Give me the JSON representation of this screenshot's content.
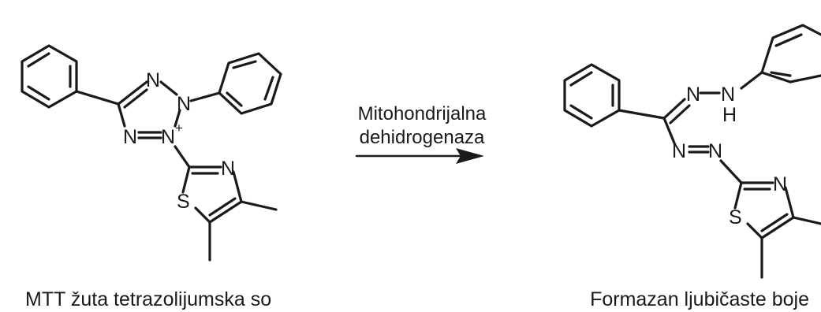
{
  "reaction": {
    "reactant": {
      "caption": "MTT žuta tetrazolijumska so",
      "atoms": {
        "n_top": "N",
        "n_right": "N",
        "n_left": "N",
        "n_plus": "N",
        "charge": "+",
        "n_thiazole": "N",
        "s_thiazole": "S"
      }
    },
    "arrow": {
      "line1": "Mitohondrijalna",
      "line2": "dehidrogenaza"
    },
    "product": {
      "caption": "Formazan ljubičaste boje",
      "atoms": {
        "n_upper": "N",
        "n_h": "N",
        "h": "H",
        "n_lower_left": "N",
        "n_lower_right": "N",
        "n_thiazole": "N",
        "s_thiazole": "S"
      }
    }
  }
}
